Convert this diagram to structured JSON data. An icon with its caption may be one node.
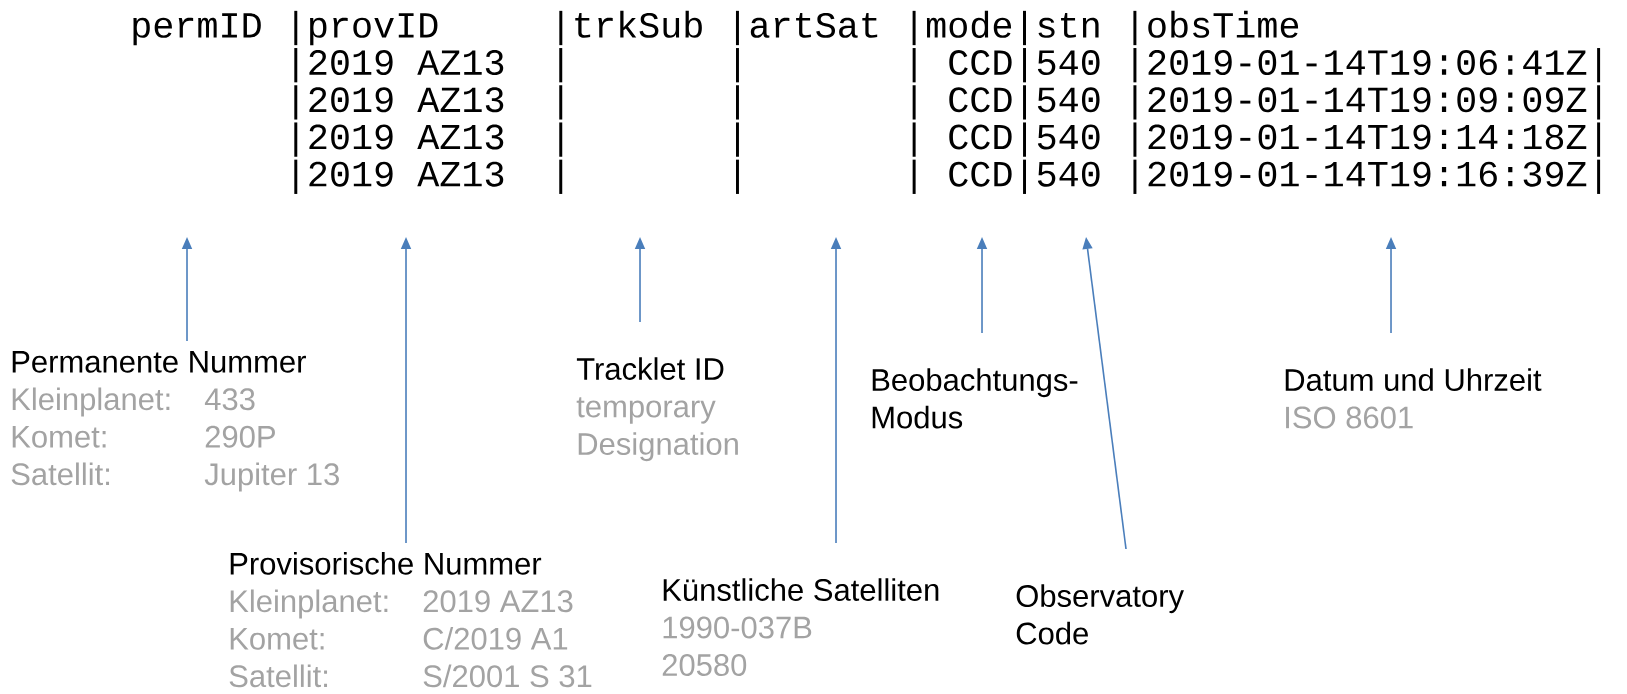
{
  "diagram": {
    "nodes": [
      {
        "text": [
          "Permanente Nummer",
          "Kleinplanet:",
          "433",
          "Komet:",
          "290P",
          "Satellit:",
          "Jupiter 13"
        ]
      },
      {
        "text": [
          "Provisorische Nummer",
          "Kleinplanet:",
          "2019 AZ13",
          "Komet:",
          "C/2019 A1",
          "Satellit:",
          "S/2001 S 31"
        ]
      },
      {
        "text": [
          "Tracklet ID",
          "temporary Designation"
        ]
      },
      {
        "text": [
          "Künstliche Satelliten",
          "1990-037B",
          "20580"
        ]
      },
      {
        "text": [
          "Beobachtungs- Modus"
        ]
      },
      {
        "text": [
          "Observatory Code"
        ]
      },
      {
        "text": [
          "Datum und Uhrzeit",
          "ISO 8601"
        ]
      }
    ],
    "edges": [
      {
        "from": 0,
        "to": null,
        "arrow": "to"
      },
      {
        "from": 1,
        "to": null,
        "arrow": "to"
      },
      {
        "from": 2,
        "to": null,
        "arrow": "to"
      },
      {
        "from": 3,
        "to": null,
        "arrow": "to"
      },
      {
        "from": 4,
        "to": null,
        "arrow": "to"
      },
      {
        "from": 5,
        "to": null,
        "arrow": "to"
      },
      {
        "from": 6,
        "to": null,
        "arrow": "to"
      }
    ],
    "labels": [
      "permID |provID     |trkSub |artSat |mode|stn |obsTime",
      "|2019 AZ13  |       |       | CCD|540 |2019-01-14T19:06:41Z|",
      "|2019 AZ13  |       |       | CCD|540 |2019-01-14T19:09:09Z|",
      "|2019 AZ13  |       |       | CCD|540 |2019-01-14T19:14:18Z|",
      "|2019 AZ13  |       |       | CCD|540 |2019-01-14T19:16:39Z|"
    ]
  }
}
